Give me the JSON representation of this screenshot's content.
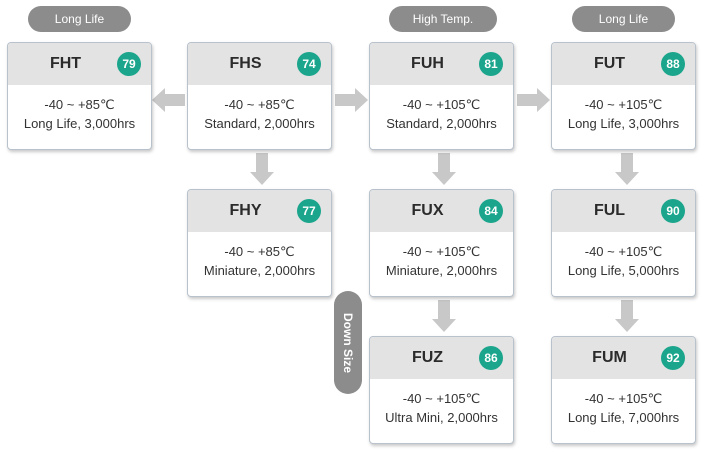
{
  "groups": {
    "long_life_left": "Long Life",
    "high_temp": "High Temp.",
    "long_life_right": "Long Life",
    "down_size": "Down Size"
  },
  "cards": {
    "fht": {
      "name": "FHT",
      "page": "79",
      "temp": "-40 ~ +85℃",
      "spec": "Long Life, 3,000hrs"
    },
    "fhs": {
      "name": "FHS",
      "page": "74",
      "temp": "-40 ~ +85℃",
      "spec": "Standard,  2,000hrs"
    },
    "fuh": {
      "name": "FUH",
      "page": "81",
      "temp": "-40 ~ +105℃",
      "spec": "Standard,  2,000hrs"
    },
    "fut": {
      "name": "FUT",
      "page": "88",
      "temp": "-40 ~ +105℃",
      "spec": "Long Life, 3,000hrs"
    },
    "fhy": {
      "name": "FHY",
      "page": "77",
      "temp": "-40 ~ +85℃",
      "spec": "Miniature, 2,000hrs"
    },
    "fux": {
      "name": "FUX",
      "page": "84",
      "temp": "-40 ~ +105℃",
      "spec": "Miniature, 2,000hrs"
    },
    "ful": {
      "name": "FUL",
      "page": "90",
      "temp": "-40 ~ +105℃",
      "spec": "Long Life, 5,000hrs"
    },
    "fuz": {
      "name": "FUZ",
      "page": "86",
      "temp": "-40 ~ +105℃",
      "spec": "Ultra Mini, 2,000hrs"
    },
    "fum": {
      "name": "FUM",
      "page": "92",
      "temp": "-40 ~ +105℃",
      "spec": "Long Life, 7,000hrs"
    }
  },
  "colors": {
    "badge": "#1aa58c",
    "header": "#e3e3e3",
    "pill": "#8c8c8c",
    "arrow": "#c8c8c8"
  }
}
